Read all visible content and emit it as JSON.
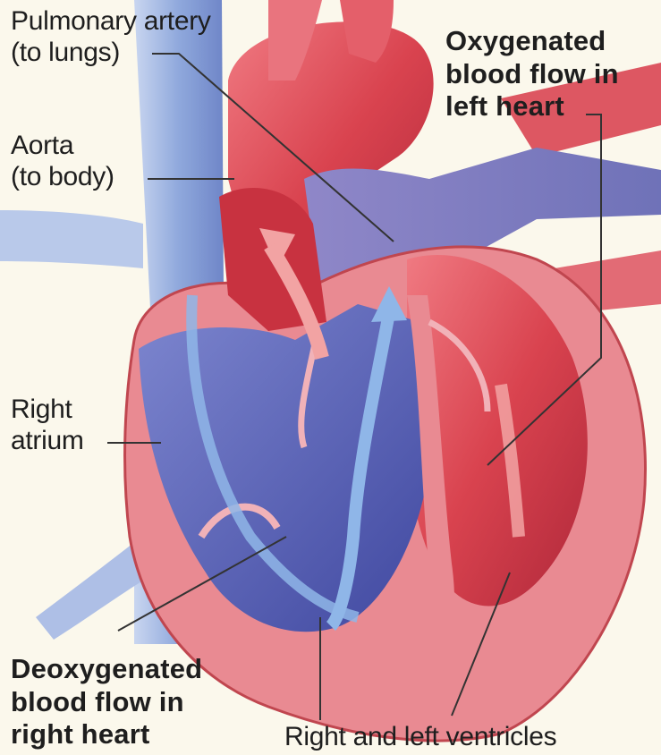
{
  "labels": {
    "pulmonary_artery": [
      "Pulmonary artery",
      "(to lungs)"
    ],
    "aorta": [
      "Aorta",
      "(to body)"
    ],
    "right_atrium": [
      "Right",
      "atrium"
    ],
    "oxygenated": [
      "Oxygenated",
      "blood flow in",
      "left heart"
    ],
    "deoxygenated": [
      "Deoxygenated",
      "blood flow in",
      "right heart"
    ],
    "ventricles": "Right and left ventricles"
  },
  "colors": {
    "background": "#fbf8ec",
    "oxygenated_red": "#d9434f",
    "muscle_pink": "#e98a92",
    "deoxygenated_blue": "#5a63b8",
    "vessel_blue": "#8fa8dc",
    "flow_arrow_red": "#f2a3a3",
    "flow_arrow_blue": "#8fb6e8",
    "leader_line": "#333333"
  }
}
